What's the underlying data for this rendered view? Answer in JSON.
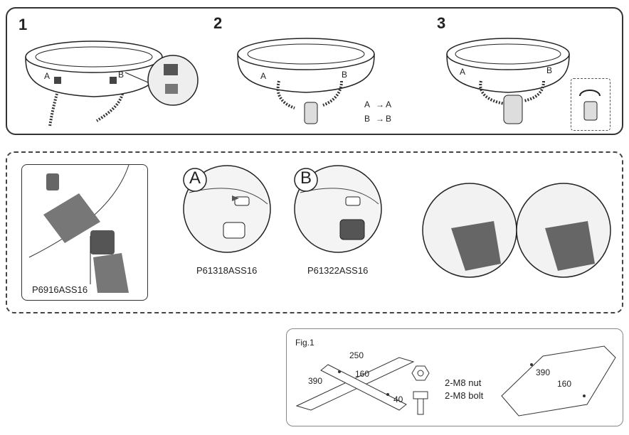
{
  "steps": {
    "step1": "1",
    "step2": "2",
    "step3": "3"
  },
  "connections": {
    "a_label": "A",
    "b_label": "B",
    "a_to_a": {
      "from": "A",
      "to": "A"
    },
    "b_to_b": {
      "from": "B",
      "to": "B"
    }
  },
  "parts": {
    "part1": "P6916ASS16",
    "a_letter": "A",
    "part_a": "P61318ASS16",
    "b_letter": "B",
    "part_b": "P61322ASS16"
  },
  "figure": {
    "title": "Fig.1",
    "dim_250": "250",
    "dim_160": "160",
    "dim_390": "390",
    "dim_40": "40",
    "nut": "2-M8 nut",
    "bolt": "2-M8 bolt",
    "dim_390b": "390",
    "dim_160b": "160"
  }
}
